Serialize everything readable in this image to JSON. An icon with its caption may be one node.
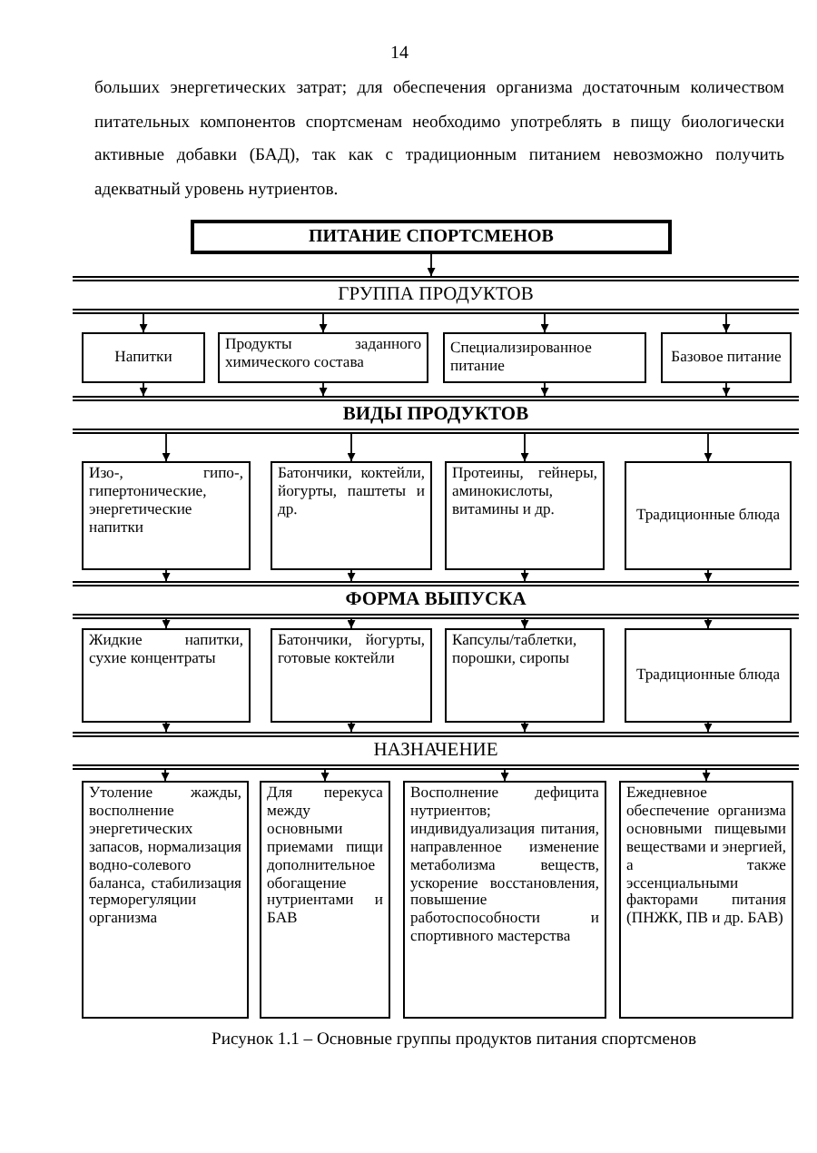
{
  "diagram": {
    "caption": "Рисунок 1.1 – Основные группы продуктов питания спортсменов",
    "nodes": [
      {
        "text": [
          "ПИТАНИЕ СПОРТСМЕНОВ"
        ]
      },
      {
        "text": [
          "ГРУППА ПРОДУКТОВ"
        ]
      },
      {
        "text": [
          "Напитки"
        ]
      },
      {
        "text": [
          "Продукты заданного химического состава"
        ]
      },
      {
        "text": [
          "Специализированное питание"
        ]
      },
      {
        "text": [
          "Базовое питание"
        ]
      },
      {
        "text": [
          "ВИДЫ ПРОДУКТОВ"
        ]
      },
      {
        "text": [
          "Изо-, гипо-, гипертонические, энергетические напитки"
        ]
      },
      {
        "text": [
          "Батончики, коктейли, йогурты, паштеты и др."
        ]
      },
      {
        "text": [
          "Протеины, гейнеры, аминокислоты, витамины и др."
        ]
      },
      {
        "text": [
          "Традиционные блюда"
        ]
      },
      {
        "text": [
          "ФОРМА ВЫПУСКА"
        ]
      },
      {
        "text": [
          "Жидкие напитки, сухие концентраты"
        ]
      },
      {
        "text": [
          "Батончики, йогурты, готовые коктейли"
        ]
      },
      {
        "text": [
          "Капсулы/таблетки, порошки, сиропы"
        ]
      },
      {
        "text": [
          "Традиционные блюда"
        ]
      },
      {
        "text": [
          "НАЗНАЧЕНИЕ"
        ]
      },
      {
        "text": [
          "Утоление жажды, восполнение энергетических запасов, нормализация водно-солевого баланса, стабилизация терморегуляции организма"
        ]
      },
      {
        "text": [
          "Для перекуса между основными приемами пищи дополнительное обогащение нутриентами и БАВ"
        ]
      },
      {
        "text": [
          "Восполнение дефицита нутриентов; индивидуализация питания, направленное изменение метаболизма веществ, ускорение восстановления, повышение работоспособности и спортивного мастерства"
        ]
      },
      {
        "text": [
          "Ежедневное обеспечение организма основными пищевыми веществами и энергией, а также эссенциальными факторами питания (ПНЖК, ПВ и др. БАВ)"
        ]
      }
    ],
    "edges": [
      {
        "from": 0,
        "to": 1,
        "arrow": "to"
      },
      {
        "from": 1,
        "to": 2,
        "arrow": "to"
      },
      {
        "from": 1,
        "to": 3,
        "arrow": "to"
      },
      {
        "from": 1,
        "to": 4,
        "arrow": "to"
      },
      {
        "from": 1,
        "to": 5,
        "arrow": "to"
      },
      {
        "from": 2,
        "to": 6,
        "arrow": "to"
      },
      {
        "from": 3,
        "to": 6,
        "arrow": "to"
      },
      {
        "from": 4,
        "to": 6,
        "arrow": "to"
      },
      {
        "from": 5,
        "to": 6,
        "arrow": "to"
      },
      {
        "from": 6,
        "to": 7,
        "arrow": "to"
      },
      {
        "from": 6,
        "to": 8,
        "arrow": "to"
      },
      {
        "from": 6,
        "to": 9,
        "arrow": "to"
      },
      {
        "from": 6,
        "to": 10,
        "arrow": "to"
      },
      {
        "from": 7,
        "to": 11,
        "arrow": "to"
      },
      {
        "from": 8,
        "to": 11,
        "arrow": "to"
      },
      {
        "from": 9,
        "to": 11,
        "arrow": "to"
      },
      {
        "from": 10,
        "to": 11,
        "arrow": "to"
      },
      {
        "from": 11,
        "to": 12,
        "arrow": "to"
      },
      {
        "from": 11,
        "to": 13,
        "arrow": "to"
      },
      {
        "from": 11,
        "to": 14,
        "arrow": "to"
      },
      {
        "from": 11,
        "to": 15,
        "arrow": "to"
      },
      {
        "from": 12,
        "to": 16,
        "arrow": "to"
      },
      {
        "from": 13,
        "to": 16,
        "arrow": "to"
      },
      {
        "from": 14,
        "to": 16,
        "arrow": "to"
      },
      {
        "from": 15,
        "to": 16,
        "arrow": "to"
      },
      {
        "from": 16,
        "to": 17,
        "arrow": "to"
      },
      {
        "from": 16,
        "to": 18,
        "arrow": "to"
      },
      {
        "from": 16,
        "to": 19,
        "arrow": "to"
      },
      {
        "from": 16,
        "to": 20,
        "arrow": "to"
      }
    ],
    "labels": [
      "14",
      "больших энергетических затрат; для обеспечения организма достаточным количеством питательных компонентов спортсменам необходимо употреблять в пищу биологически активные добавки (БАД), так как с традиционным питанием невозможно получить адекватный уровень нутриентов."
    ]
  }
}
